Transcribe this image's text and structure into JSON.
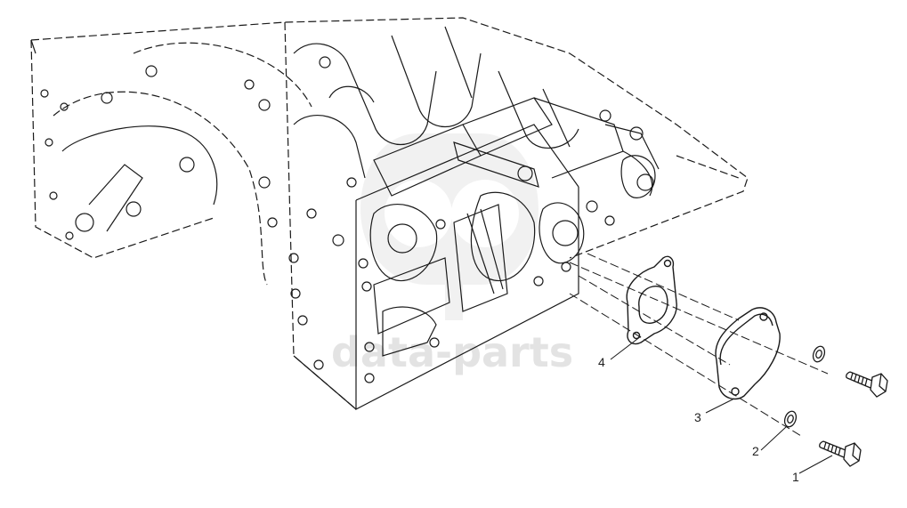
{
  "watermark": {
    "text": "data-parts",
    "logo": "dp-logo",
    "color": "#e3e3e3"
  },
  "callouts": [
    {
      "id": "1",
      "label": "1"
    },
    {
      "id": "2",
      "label": "2"
    },
    {
      "id": "3",
      "label": "3"
    },
    {
      "id": "4",
      "label": "4"
    }
  ],
  "colors": {
    "line": "#1a1a1a",
    "paper": "#ffffff"
  }
}
